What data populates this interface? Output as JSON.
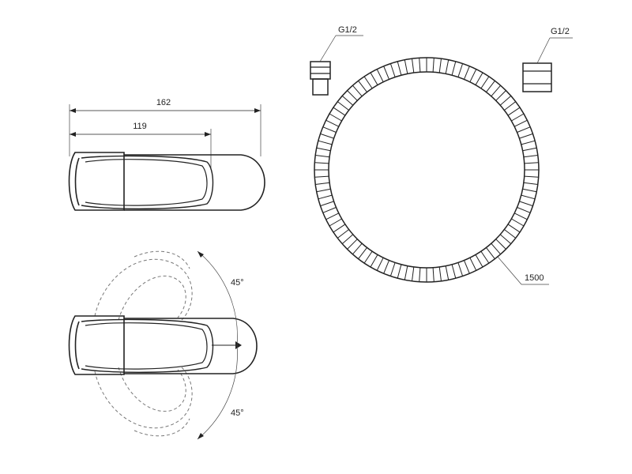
{
  "dimensions": {
    "total_length": "162",
    "handle_length": "119",
    "rotation_top": "45°",
    "rotation_bottom": "45°",
    "hose_length": "1500",
    "thread_left": "G1/2",
    "thread_right": "G1/2"
  },
  "colors": {
    "line": "#222222",
    "background": "#ffffff"
  }
}
